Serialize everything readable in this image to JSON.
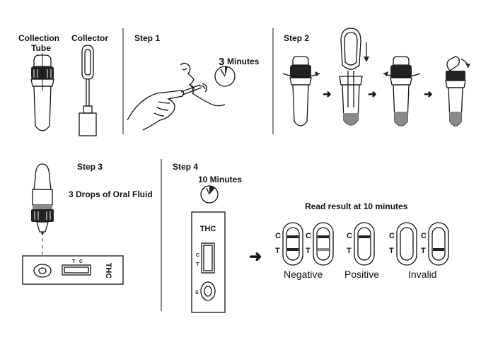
{
  "labels": {
    "collection_tube": "Collection",
    "collection_tube_2": "Tube",
    "collector": "Collector",
    "step1": "Step 1",
    "minutes3_num": "3",
    "minutes3_text": "Minutes",
    "step2": "Step 2",
    "step3": "Step 3",
    "drops": "3 Drops of  Oral Fluid",
    "step4": "Step 4",
    "minutes10": "10 Minutes",
    "read_result": "Read result at 10 minutes",
    "device_name": "THC",
    "device_name_rot": "THC",
    "ct_c": "C",
    "ct_t": "T",
    "s_mark": "S"
  },
  "results": {
    "negative": "Negative",
    "positive": "Positive",
    "invalid": "Invalid",
    "c_label": "C",
    "t_label": "T"
  },
  "colors": {
    "ink": "#111111",
    "fluid": "#8a8a8a",
    "dark_band": "#222222"
  }
}
